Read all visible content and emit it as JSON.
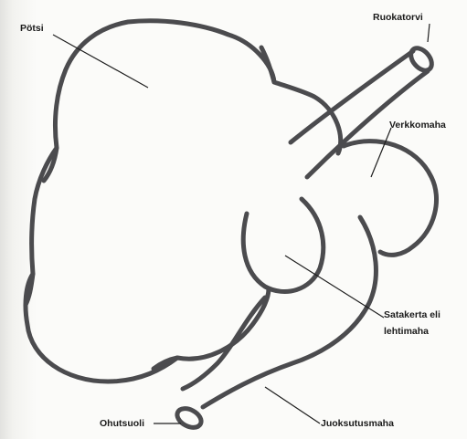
{
  "diagram": {
    "labels": {
      "potsi": "Pötsi",
      "ruokatorvi": "Ruokatorvi",
      "verkkomaha": "Verkkomaha",
      "satakerta_line1": "Satakerta eli",
      "satakerta_line2": "lehtimaha",
      "ohutsuoli": "Ohutsuoli",
      "juoksutusmaha": "Juoksutusmaha"
    }
  }
}
